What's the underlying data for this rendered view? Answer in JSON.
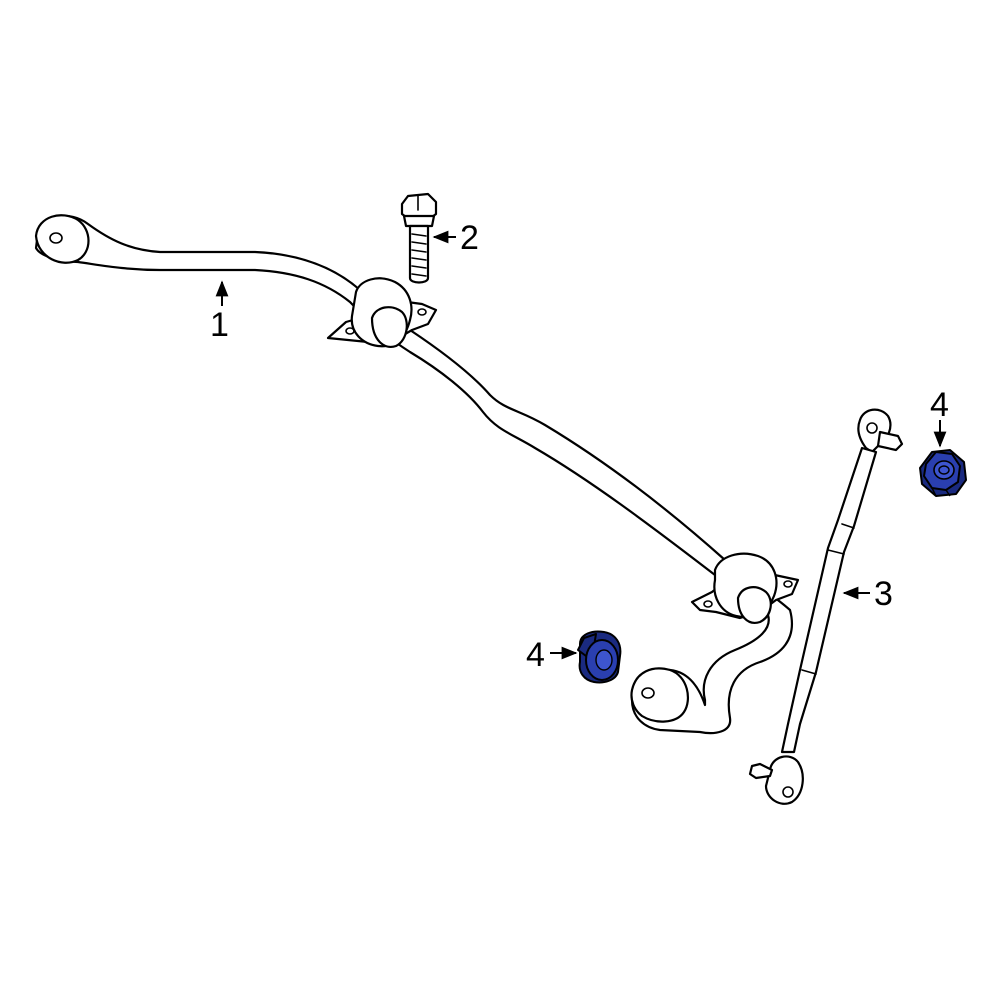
{
  "callouts": {
    "bar": "1",
    "bolt": "2",
    "link": "3",
    "nut_right": "4",
    "nut_left": "4"
  },
  "colors": {
    "highlight": "#2a3fb0",
    "highlight_shade": "#1a2a80",
    "outline": "#000000",
    "background": "#ffffff"
  }
}
